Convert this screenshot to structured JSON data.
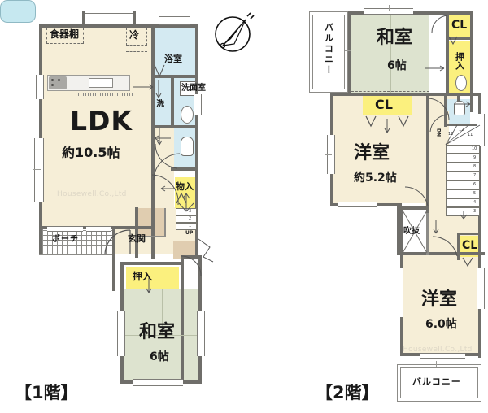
{
  "document": {
    "type": "japanese-real-estate-floorplan",
    "watermark": "Housewell.Co.,Ltd",
    "compass": "north-arrow"
  },
  "floor1": {
    "tag": "【1階】",
    "rooms": [
      {
        "key": "ldk",
        "name": "LDK",
        "area": "約10.5帖"
      },
      {
        "key": "bath",
        "name": "浴室"
      },
      {
        "key": "washroom",
        "name": "洗面室"
      },
      {
        "key": "washer",
        "name": "洗"
      },
      {
        "key": "cupboard",
        "name": "食器棚"
      },
      {
        "key": "fridge",
        "name": "冷"
      },
      {
        "key": "storage",
        "name": "物入"
      },
      {
        "key": "genkan",
        "name": "玄関"
      },
      {
        "key": "porch",
        "name": "ポーチ"
      },
      {
        "key": "closet",
        "name": "押入"
      },
      {
        "key": "washitsu",
        "name": "和室",
        "area": "6帖"
      }
    ],
    "stairs_label": "UP",
    "stair_numbers": [
      "1",
      "2",
      "3"
    ]
  },
  "floor2": {
    "tag": "【2階】",
    "rooms": [
      {
        "key": "balcony_top",
        "name": "バルコニー"
      },
      {
        "key": "washitsu",
        "name": "和室",
        "area": "6帖"
      },
      {
        "key": "cl_top",
        "name": "CL"
      },
      {
        "key": "oshiire",
        "name": "押入"
      },
      {
        "key": "cl_mid",
        "name": "CL"
      },
      {
        "key": "yoshitsu_52",
        "name": "洋室",
        "area": "約5.2帖"
      },
      {
        "key": "void",
        "name": "吹抜"
      },
      {
        "key": "cl_bottom",
        "name": "CL"
      },
      {
        "key": "yoshitsu_60",
        "name": "洋室",
        "area": "6.0帖"
      },
      {
        "key": "balcony_bottom",
        "name": "バルコニー"
      }
    ],
    "stairs_label": "DN",
    "stair_numbers": [
      "13",
      "12",
      "11",
      "10",
      "9",
      "8",
      "7",
      "6",
      "5",
      "4",
      "3"
    ]
  },
  "colors": {
    "wall": "#6f6e6a",
    "ldk_fill": "#f6eed7",
    "tatami_fill": "#dde3cf",
    "water_fill": "#d4eaf2",
    "closet_fill": "#fbf07e",
    "genkan_fill": "#e0cdb0",
    "watermark": "#ded7c6"
  }
}
